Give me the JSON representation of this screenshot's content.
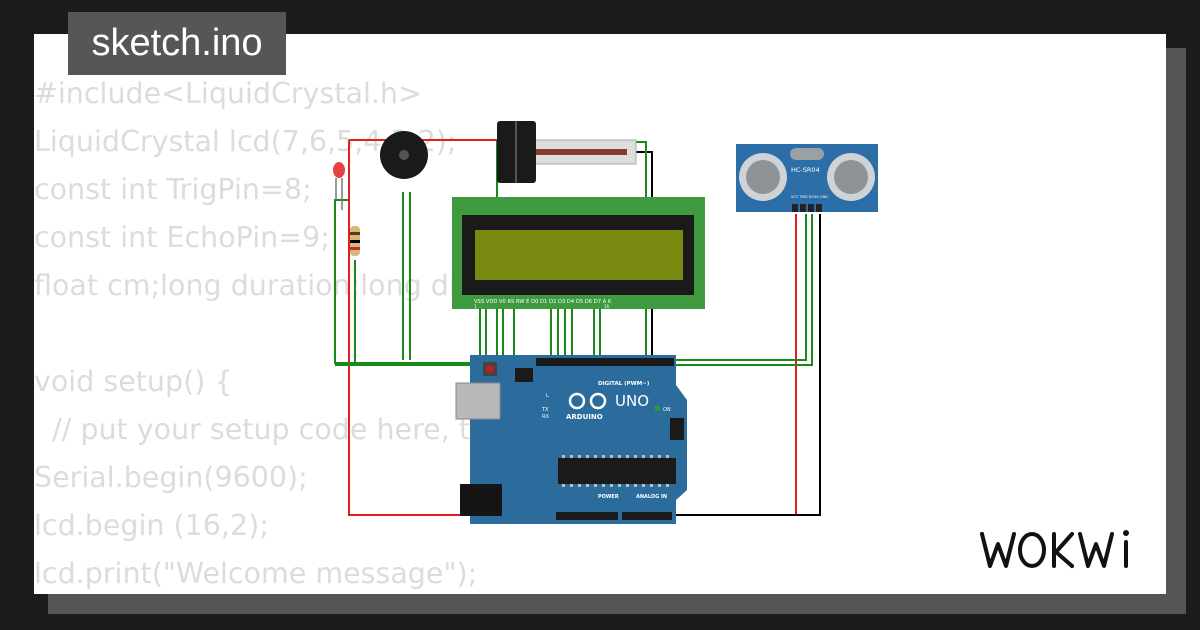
{
  "file_tab": {
    "label": "sketch.ino"
  },
  "code_lines": [
    "#include<LiquidCrystal.h>",
    "LiquidCrystal lcd(7,6,5,4,3,2);",
    "const int TrigPin=8;",
    "const int EchoPin=9;",
    "float cm;long duration;long distance;",
    "",
    "void setup() {",
    "  // put your setup code here, to run once:",
    "Serial.begin(9600);",
    "lcd.begin (16,2);",
    "lcd.print(\"Welcome message\");"
  ],
  "components": {
    "ultrasonic_label": "HC-SR04",
    "ultrasonic_pins": "VCC TRIG ECHO GND",
    "lcd_pins": "VSS VDD V0 RS RW E D0 D1 D2 D3 D4 D5 D6 D7 A K",
    "lcd_pin_first": "1",
    "lcd_pin_last": "16",
    "arduino_brand": "ARDUINO",
    "arduino_model": "UNO",
    "arduino_digital": "DIGITAL (PWM~)",
    "arduino_power": "POWER",
    "arduino_analog": "ANALOG IN",
    "arduino_on": "ON",
    "arduino_tx": "TX",
    "arduino_rx": "RX",
    "arduino_l": "L"
  },
  "brand": {
    "logo": "WOKWI"
  },
  "colors": {
    "background": "#1c1c1c",
    "card": "#ffffff",
    "tab": "#565656",
    "code_text": "#dcdcdc",
    "wire_green": "#1a8a1a",
    "wire_red": "#e02020",
    "wire_black": "#000000",
    "arduino_blue": "#2b6c9c",
    "lcd_green": "#3f9a3f"
  }
}
